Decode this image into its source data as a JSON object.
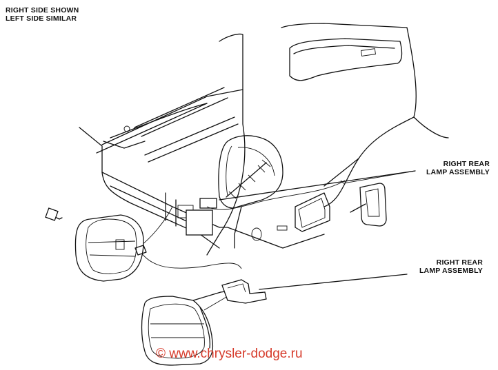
{
  "captions": {
    "note_line1": "RIGHT SIDE SHOWN",
    "note_line2": "LEFT SIDE SIMILAR",
    "upper_label_line1": "RIGHT REAR",
    "upper_label_line2": "LAMP ASSEMBLY",
    "lower_label_line1": "RIGHT REAR",
    "lower_label_line2": "LAMP ASSEMBLY"
  },
  "watermark": "© www.chrysler-dodge.ru",
  "colors": {
    "line": "#111111",
    "watermark": "#d63a2a",
    "background": "#ffffff"
  }
}
